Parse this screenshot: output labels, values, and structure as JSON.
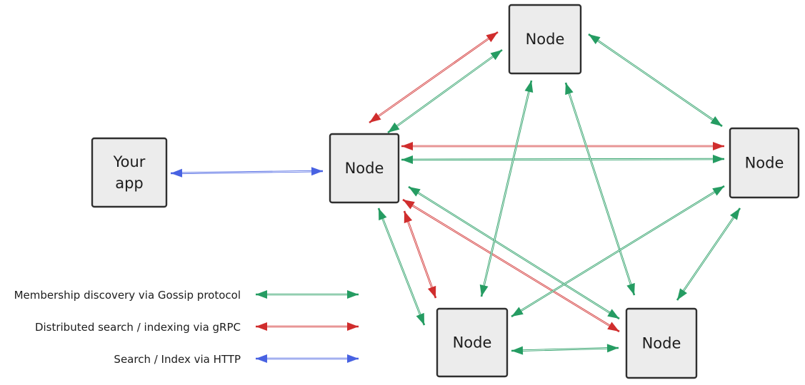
{
  "title": "Distributed search cluster diagram",
  "colors": {
    "gossip": "#259c62",
    "grpc": "#d02d2d",
    "http": "#4862e2",
    "node_fill": "#ececec",
    "node_border": "#2f2f2f",
    "text": "#1d1d1d"
  },
  "nodes": [
    {
      "id": "your-app",
      "label_lines": [
        "Your",
        "app"
      ]
    },
    {
      "id": "node-hub",
      "label_lines": [
        "Node"
      ]
    },
    {
      "id": "node-top",
      "label_lines": [
        "Node"
      ]
    },
    {
      "id": "node-right",
      "label_lines": [
        "Node"
      ]
    },
    {
      "id": "node-bottom-left",
      "label_lines": [
        "Node"
      ]
    },
    {
      "id": "node-bottom-right",
      "label_lines": [
        "Node"
      ]
    }
  ],
  "edges": [
    {
      "id": "app-hub",
      "from": "your-app",
      "to": "node-hub",
      "type": "http"
    },
    {
      "id": "hub-top-grpc",
      "from": "node-hub",
      "to": "node-top",
      "type": "grpc"
    },
    {
      "id": "hub-top-gossip",
      "from": "node-hub",
      "to": "node-top",
      "type": "gossip"
    },
    {
      "id": "hub-right-grpc",
      "from": "node-hub",
      "to": "node-right",
      "type": "grpc"
    },
    {
      "id": "hub-right-gossip",
      "from": "node-hub",
      "to": "node-right",
      "type": "gossip"
    },
    {
      "id": "hub-bottom-left-gossip",
      "from": "node-hub",
      "to": "node-bottom-left",
      "type": "gossip"
    },
    {
      "id": "hub-bottom-left-grpc",
      "from": "node-hub",
      "to": "node-bottom-left",
      "type": "grpc"
    },
    {
      "id": "hub-bottom-right-gossip",
      "from": "node-hub",
      "to": "node-bottom-right",
      "type": "gossip"
    },
    {
      "id": "hub-bottom-right-grpc",
      "from": "node-hub",
      "to": "node-bottom-right",
      "type": "grpc"
    },
    {
      "id": "top-right-gossip",
      "from": "node-top",
      "to": "node-right",
      "type": "gossip"
    },
    {
      "id": "top-bottom-left-gossip",
      "from": "node-top",
      "to": "node-bottom-left",
      "type": "gossip"
    },
    {
      "id": "top-bottom-right-gossip",
      "from": "node-top",
      "to": "node-bottom-right",
      "type": "gossip"
    },
    {
      "id": "bottom-left-bottom-right-gossip",
      "from": "node-bottom-left",
      "to": "node-bottom-right",
      "type": "gossip"
    },
    {
      "id": "bottom-left-right-gossip",
      "from": "node-bottom-left",
      "to": "node-right",
      "type": "gossip"
    },
    {
      "id": "bottom-right-right-gossip",
      "from": "node-bottom-right",
      "to": "node-right",
      "type": "gossip"
    }
  ],
  "legend": {
    "items": [
      {
        "type": "gossip",
        "label": "Membership discovery via Gossip protocol"
      },
      {
        "type": "grpc",
        "label": "Distributed search / indexing via gRPC"
      },
      {
        "type": "http",
        "label": "Search / Index via HTTP"
      }
    ]
  }
}
